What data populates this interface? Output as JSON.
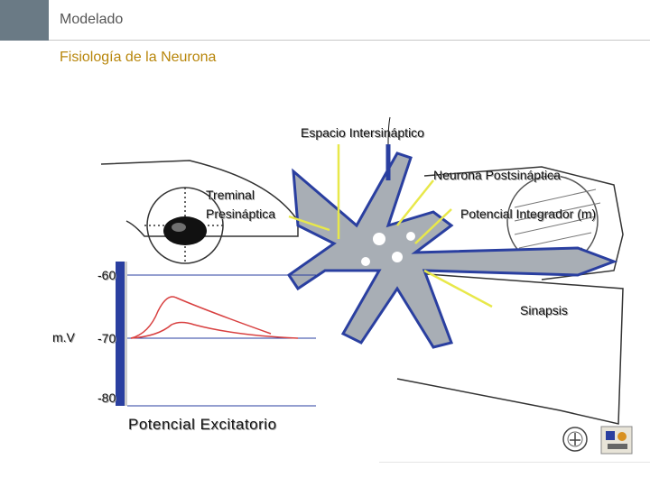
{
  "header": {
    "title": "Modelado"
  },
  "slide": {
    "title": "Fisiología de la Neurona"
  },
  "labels": {
    "espacio": "Espacio Intersináptico",
    "neurona_post": "Neurona Postsináptica",
    "terminal_line1": "Treminal",
    "terminal_line2": "Presináptica",
    "potencial_integrador": "Potencial Integrador (m)",
    "sinapsis": "Sinapsis",
    "mv": "m.V",
    "tick_60": "-60",
    "tick_70": "-70",
    "tick_80": "-80",
    "potencial_excitatorio": "Potencial  Excitatorio"
  },
  "colors": {
    "accent_title": "#b8860b",
    "header_bar": "#6a7a85",
    "pointer_lines": "#e8e84a",
    "blue": "#2a3fa0",
    "red_curve": "#d84040"
  },
  "icons": {
    "logo_unam": "unam-seal-icon",
    "logo_fi": "fi-logo-icon"
  }
}
